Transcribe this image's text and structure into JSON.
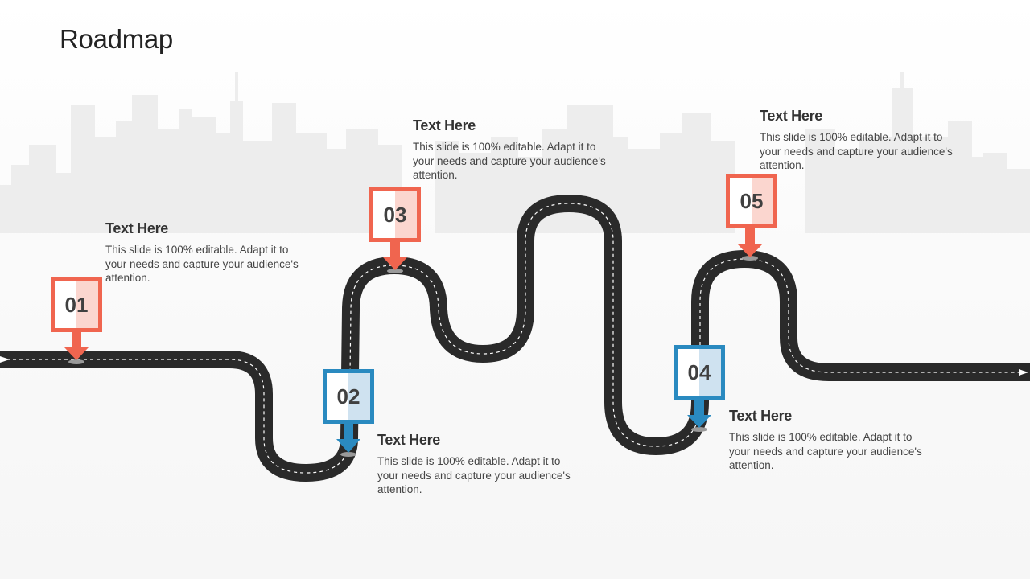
{
  "title": "Roadmap",
  "colors": {
    "accent_orange": "#f0654f",
    "accent_blue": "#2a8ac0",
    "road": "#2a2a2a",
    "road_dash": "#ffffff",
    "skyline": "#ececec"
  },
  "milestones": [
    {
      "number": "01",
      "color": "orange",
      "heading": "Text Here",
      "body": "This slide is 100% editable. Adapt it to your needs and capture your audience's attention."
    },
    {
      "number": "02",
      "color": "blue",
      "heading": "Text Here",
      "body": "This slide is 100% editable. Adapt it to your needs and capture your audience's attention."
    },
    {
      "number": "03",
      "color": "orange",
      "heading": "Text Here",
      "body": "This slide is 100% editable. Adapt it to your needs and capture your audience's attention."
    },
    {
      "number": "04",
      "color": "blue",
      "heading": "Text Here",
      "body": "This slide is 100% editable. Adapt it to your needs and capture your audience's attention."
    },
    {
      "number": "05",
      "color": "orange",
      "heading": "Text Here",
      "body": "This slide is 100% editable. Adapt it to your needs and capture your audience's attention."
    }
  ]
}
